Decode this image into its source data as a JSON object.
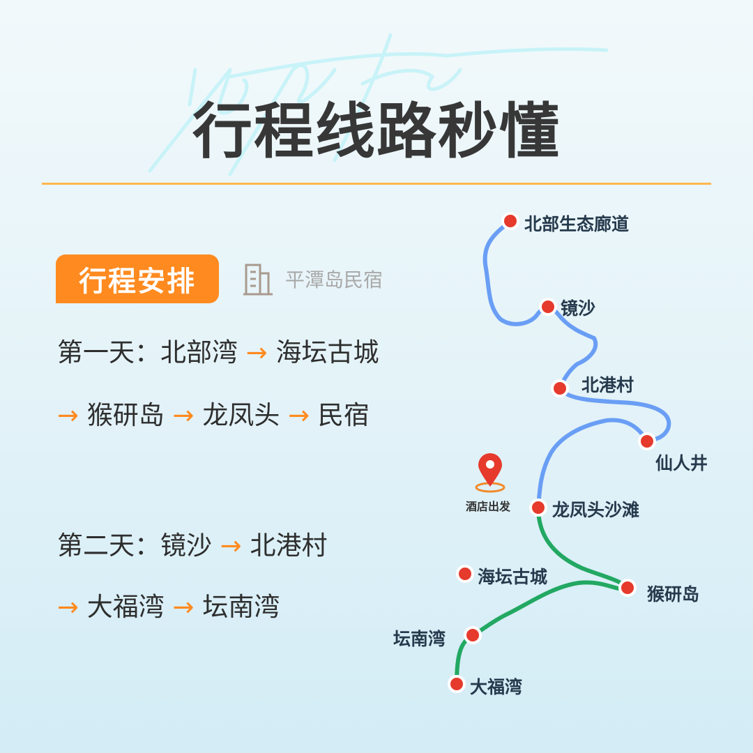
{
  "title": "行程线路秒懂",
  "watermark": "pingtan",
  "badge": "行程安排",
  "hotel": {
    "icon": "building-icon",
    "label": "平潭岛民宿"
  },
  "day1": {
    "label": "第一天：",
    "stops": [
      "北部湾",
      "海坛古城",
      "猴研岛",
      "龙凤头",
      "民宿"
    ]
  },
  "day2": {
    "label": "第二天：",
    "stops": [
      "镜沙",
      "北港村",
      "大福湾",
      "坛南湾"
    ]
  },
  "arrow": "→",
  "map": {
    "start_label": "酒店出发",
    "stops": [
      "北部生态廊道",
      "镜沙",
      "北港村",
      "仙人井",
      "龙凤头沙滩",
      "海坛古城",
      "猴研岛",
      "坛南湾",
      "大福湾"
    ],
    "colors": {
      "day1_route": "#4caf6e",
      "day2_route": "#6a9ef5",
      "stop": "#e53a2c",
      "pin": "#e53a2c",
      "accent": "#ff8a1f"
    }
  }
}
